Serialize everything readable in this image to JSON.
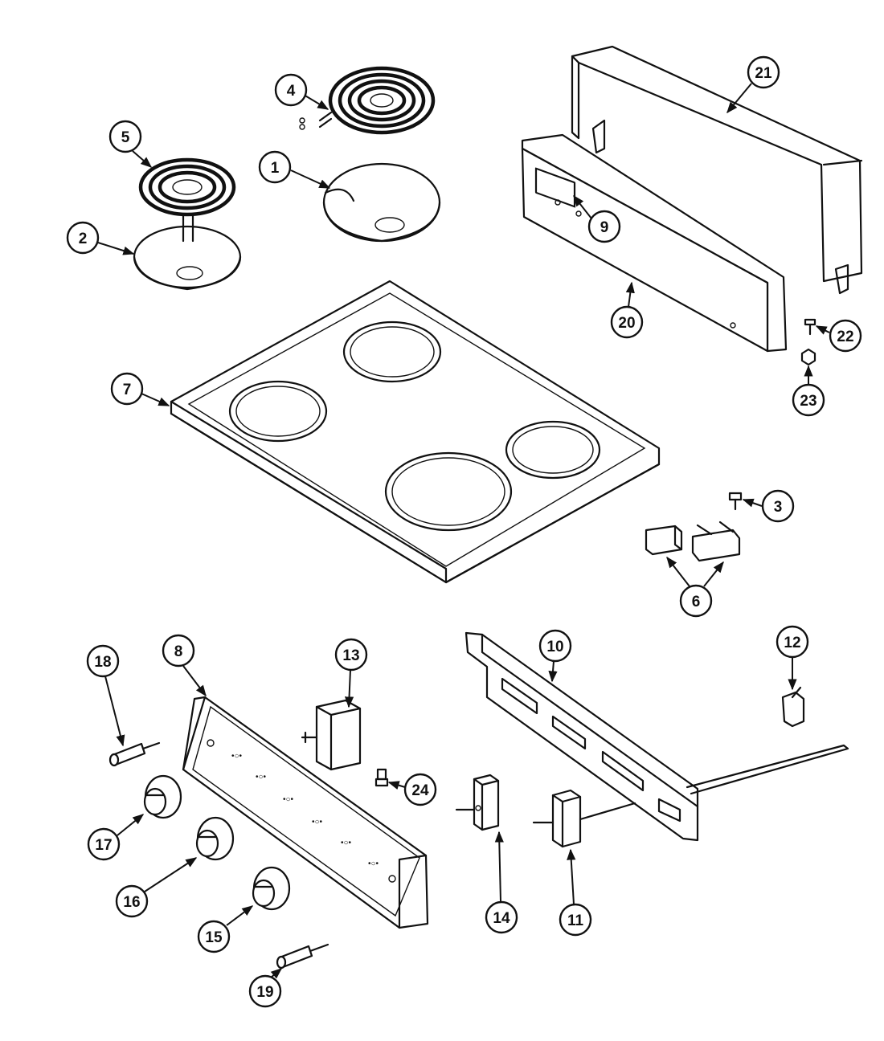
{
  "callouts": [
    {
      "id": "1"
    },
    {
      "id": "2"
    },
    {
      "id": "3"
    },
    {
      "id": "4"
    },
    {
      "id": "5"
    },
    {
      "id": "6"
    },
    {
      "id": "7"
    },
    {
      "id": "8"
    },
    {
      "id": "9"
    },
    {
      "id": "10"
    },
    {
      "id": "11"
    },
    {
      "id": "12"
    },
    {
      "id": "13"
    },
    {
      "id": "14"
    },
    {
      "id": "15"
    },
    {
      "id": "16"
    },
    {
      "id": "17"
    },
    {
      "id": "18"
    },
    {
      "id": "19"
    },
    {
      "id": "20"
    },
    {
      "id": "21"
    },
    {
      "id": "22"
    },
    {
      "id": "23"
    },
    {
      "id": "24"
    }
  ]
}
